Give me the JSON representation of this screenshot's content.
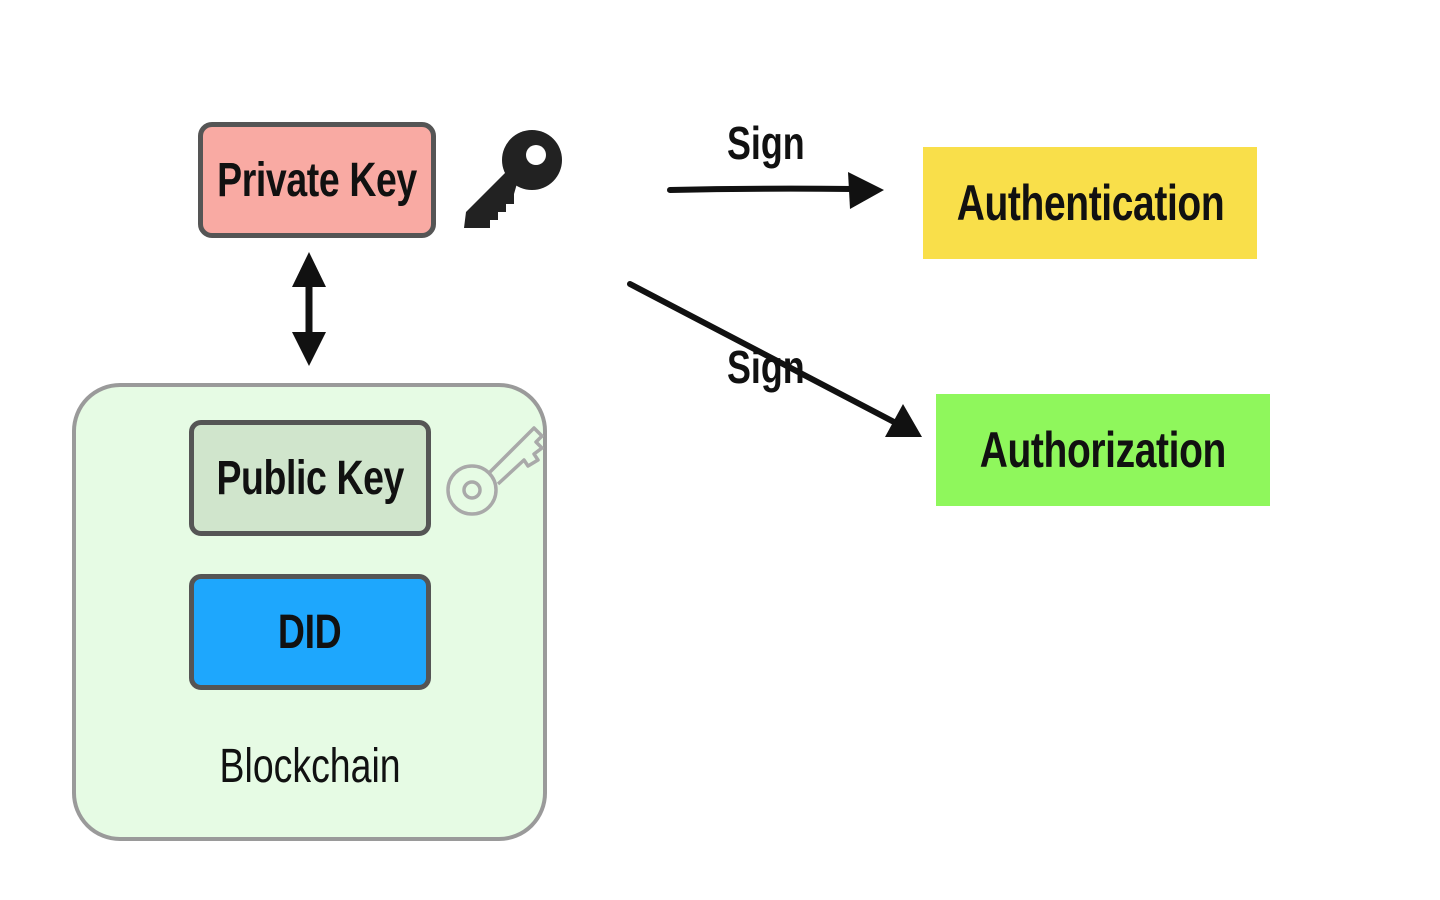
{
  "private_key": {
    "label": "Private Key",
    "fill": "#f9aaa3"
  },
  "blockchain": {
    "label": "Blockchain",
    "fill": "#e6fbe4",
    "public_key": {
      "label": "Public Key",
      "fill": "#d0e5cc"
    },
    "did": {
      "label": "DID",
      "fill": "#1ea7fd"
    }
  },
  "edges": {
    "sign_top": "Sign",
    "sign_bottom": "Sign"
  },
  "authentication": {
    "label": "Authentication",
    "fill": "#f9df4a"
  },
  "authorization": {
    "label": "Authorization",
    "fill": "#8ff75c"
  },
  "icons": {
    "solid_key": "key-icon",
    "outline_key": "key-outline-icon"
  }
}
